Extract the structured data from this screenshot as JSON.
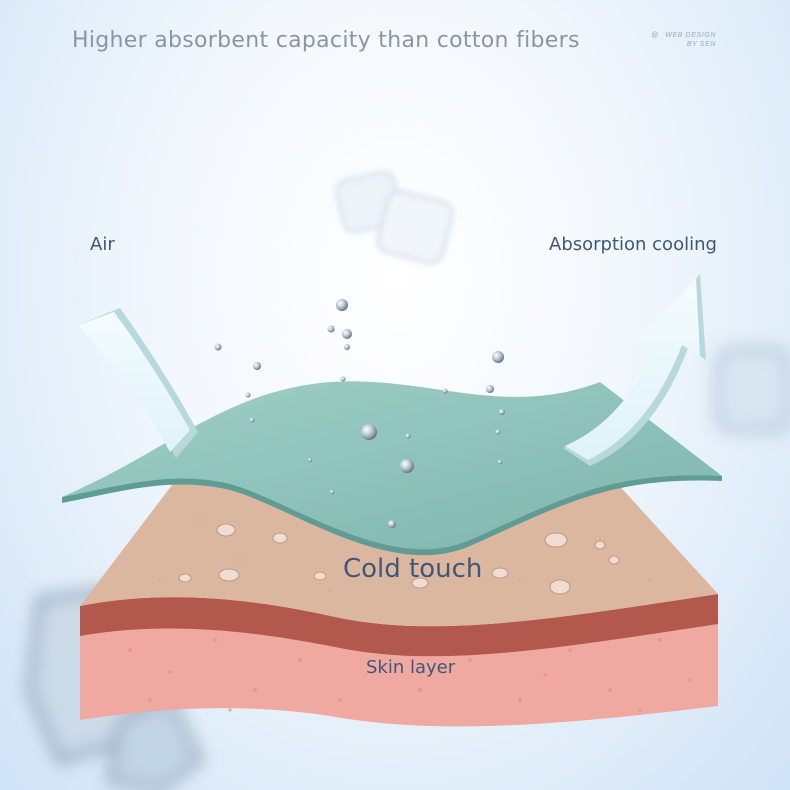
{
  "headline": "Higher absorbent capacity than cotton fibers",
  "credit": {
    "symbol": "@",
    "line1": "WEB DESIGN",
    "line2": "BY SEN"
  },
  "labels": {
    "air": "Air",
    "absorption": "Absorption cooling",
    "cold_touch": "Cold touch",
    "skin_layer": "Skin layer"
  },
  "colors": {
    "text_heading": "#8a96a6",
    "text_label": "#3f5878",
    "fabric": "#8bc3bb",
    "arrow": "#e6f7fb",
    "skin_top": "#dcb7a0",
    "skin_mid": "#b2584c",
    "skin_bottom": "#f0a9a0"
  }
}
